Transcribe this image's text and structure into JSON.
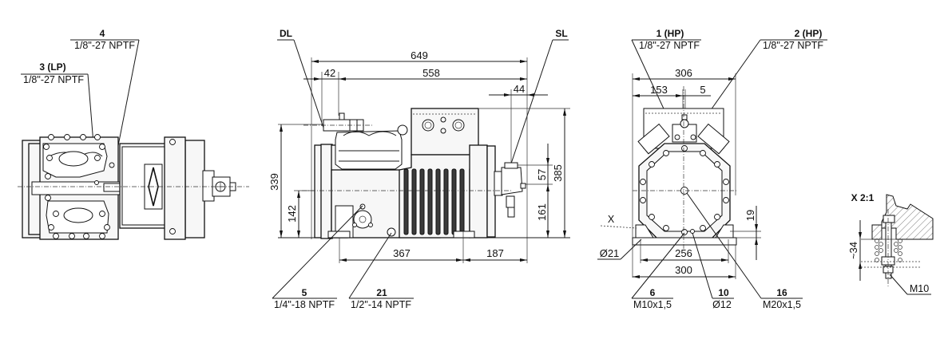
{
  "drawing": {
    "title": "Compressor dimensional drawing",
    "colors": {
      "line": "#111111",
      "background": "#ffffff",
      "fill": "#f7f7f7",
      "fins": "#3a3a3a"
    }
  },
  "top_view": {
    "callouts": [
      {
        "id": "4",
        "number": "4",
        "spec": "1/8\"-27 NPTF"
      },
      {
        "id": "3",
        "number": "3 (LP)",
        "spec": "1/8\"-27 NPTF"
      }
    ]
  },
  "side_view": {
    "connection_labels": {
      "discharge": "DL",
      "suction": "SL"
    },
    "dimensions": {
      "overall_length": "649",
      "length_558": "558",
      "offset_42": "42",
      "offset_44": "44",
      "height_339": "339",
      "height_142": "142",
      "height_385": "385",
      "height_57": "57",
      "height_161": "161",
      "foot_367": "367",
      "foot_187": "187"
    },
    "callouts": [
      {
        "id": "5",
        "number": "5",
        "spec": "1/4\"-18 NPTF"
      },
      {
        "id": "21",
        "number": "21",
        "spec": "1/2\"-14 NPTF"
      }
    ]
  },
  "front_view": {
    "dimensions": {
      "width_306": "306",
      "half_153": "153",
      "offset_5": "5",
      "foot_19": "19",
      "hole_dia": "Ø21",
      "foot_256": "256",
      "foot_300": "300"
    },
    "section_marker": "X",
    "callouts": [
      {
        "id": "1",
        "number": "1 (HP)",
        "spec": "1/8\"-27 NPTF"
      },
      {
        "id": "2",
        "number": "2 (HP)",
        "spec": "1/8\"-27 NPTF"
      },
      {
        "id": "6",
        "number": "6",
        "spec": "M10x1,5"
      },
      {
        "id": "10",
        "number": "10",
        "spec": "Ø12"
      },
      {
        "id": "16",
        "number": "16",
        "spec": "M20x1,5"
      }
    ]
  },
  "detail_view": {
    "title": "X 2:1",
    "dimension": "~34",
    "thread_label": "M10"
  }
}
